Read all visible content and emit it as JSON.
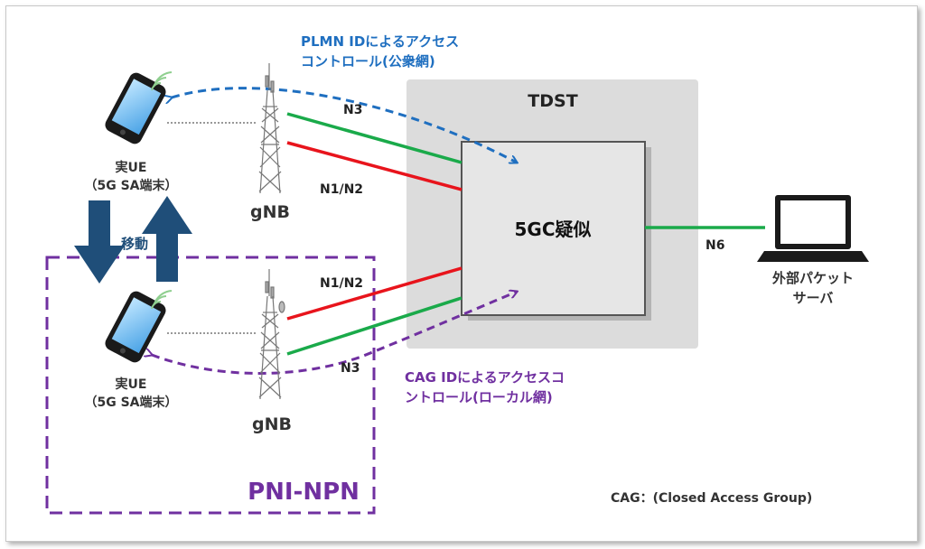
{
  "plmn_access": {
    "line1": "PLMN IDによるアクセス",
    "line2": "コントロール(公衆網)"
  },
  "cag_access": {
    "line1": "CAG IDによるアクセスコ",
    "line2": "ントロール(ローカル網)"
  },
  "tdst_label": "TDST",
  "core_label": "5GC疑似",
  "ue_top": {
    "line1": "実UE",
    "line2": "（5G SA端末）"
  },
  "ue_bottom": {
    "line1": "実UE",
    "line2": "（5G  SA端末）"
  },
  "gnb_top": "gNB",
  "gnb_bottom": "gNB",
  "move_label": "移動",
  "interfaces": {
    "n3_top": "N3",
    "n1n2_top": "N1/N2",
    "n1n2_bottom": "N1/N2",
    "n3_bottom": "N3",
    "n6": "N6"
  },
  "server": {
    "line1": "外部パケット",
    "line2": "サーバ"
  },
  "pni_label": "PNI-NPN",
  "cag_note": "CAG：(Closed Access Group)",
  "colors": {
    "green": "#1aaa4a",
    "red": "#e8141c",
    "blue_dash": "#1f6fc0",
    "purple": "#7030a0",
    "arrow_blue": "#1f4e79",
    "tdst_bg": "#dcdcdc"
  }
}
